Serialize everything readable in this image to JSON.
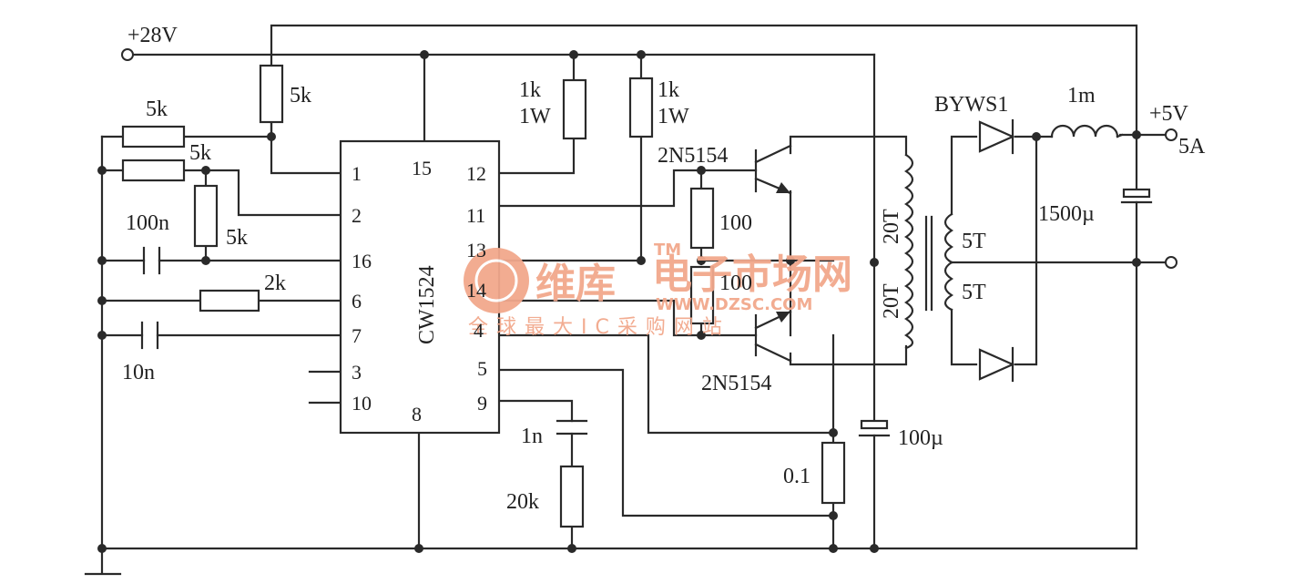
{
  "supply_in": {
    "label": "+28V"
  },
  "ic": {
    "name": "CW1524"
  },
  "pins": {
    "p1": "1",
    "p2": "2",
    "p16": "16",
    "p6": "6",
    "p7": "7",
    "p3": "3",
    "p10": "10",
    "p15": "15",
    "p12": "12",
    "p11": "11",
    "p13": "13",
    "p14": "14",
    "p4": "4",
    "p5": "5",
    "p9": "9",
    "p8": "8"
  },
  "components": {
    "r_5k_top": "5k",
    "r_5k_left1": "5k",
    "r_5k_left2": "5k",
    "r_5k_vert": "5k",
    "c_100n": "100n",
    "r_2k": "2k",
    "c_10n": "10n",
    "r_1k_a_val": "1k",
    "r_1k_a_pwr": "1W",
    "r_1k_b_val": "1k",
    "r_1k_b_pwr": "1W",
    "q_top": "2N5154",
    "q_bot": "2N5154",
    "r_100_a": "100",
    "r_100_b": "100",
    "c_1n": "1n",
    "r_20k": "20k",
    "r_sense": "0.1",
    "c_100u": "100µ",
    "xfmr_pri_top": "20T",
    "xfmr_pri_bot": "20T",
    "xfmr_sec_top": "5T",
    "xfmr_sec_bot": "5T",
    "diode": "BYWS1",
    "inductor": "1m",
    "c_out": "1500µ"
  },
  "output": {
    "voltage": "+5V",
    "current": "5A"
  },
  "watermark": {
    "brand": "维库",
    "tm": "TM",
    "site_cn": "电子市场网",
    "url": "WWW.DZSC.COM",
    "slogan": "全球最大IC采购网站",
    "color": "#f2a88c"
  }
}
